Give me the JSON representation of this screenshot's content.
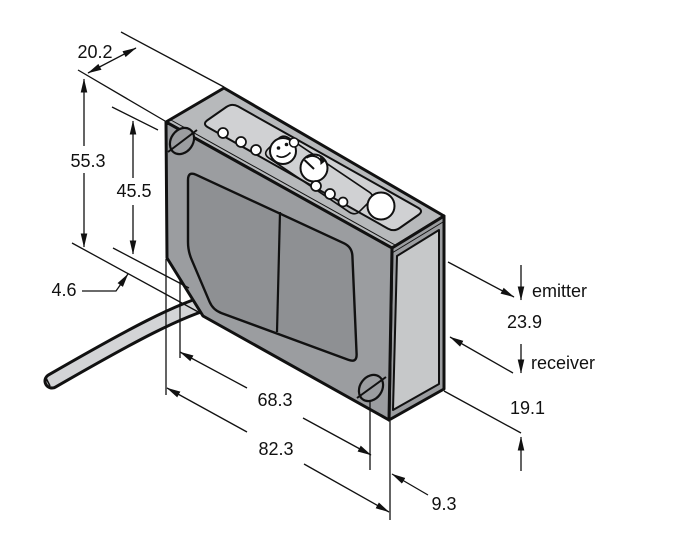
{
  "drawing": {
    "description": "Isometric dimension drawing of a rectangular photoelectric laser sensor with pigtail cable",
    "dims": {
      "top_width": "20.2",
      "overall_height": "55.3",
      "window_height": "45.5",
      "cable_offset": "4.6",
      "hole_spacing": "68.3",
      "overall_length": "82.3",
      "hole_to_end": "9.3",
      "beam_spacing": "23.9",
      "end_width": "19.1"
    },
    "labels": {
      "emitter": "emitter",
      "receiver": "receiver"
    },
    "colors": {
      "outline": "#111111",
      "front_face": "#9b9da0",
      "top_face": "#b7b9bb",
      "top_panel": "#d0d1d3",
      "window": "#8e9093",
      "end_panel": "#c6c8c9",
      "cable": "#d3d4d6",
      "indicator": "#ffffff",
      "background": "#ffffff"
    }
  }
}
